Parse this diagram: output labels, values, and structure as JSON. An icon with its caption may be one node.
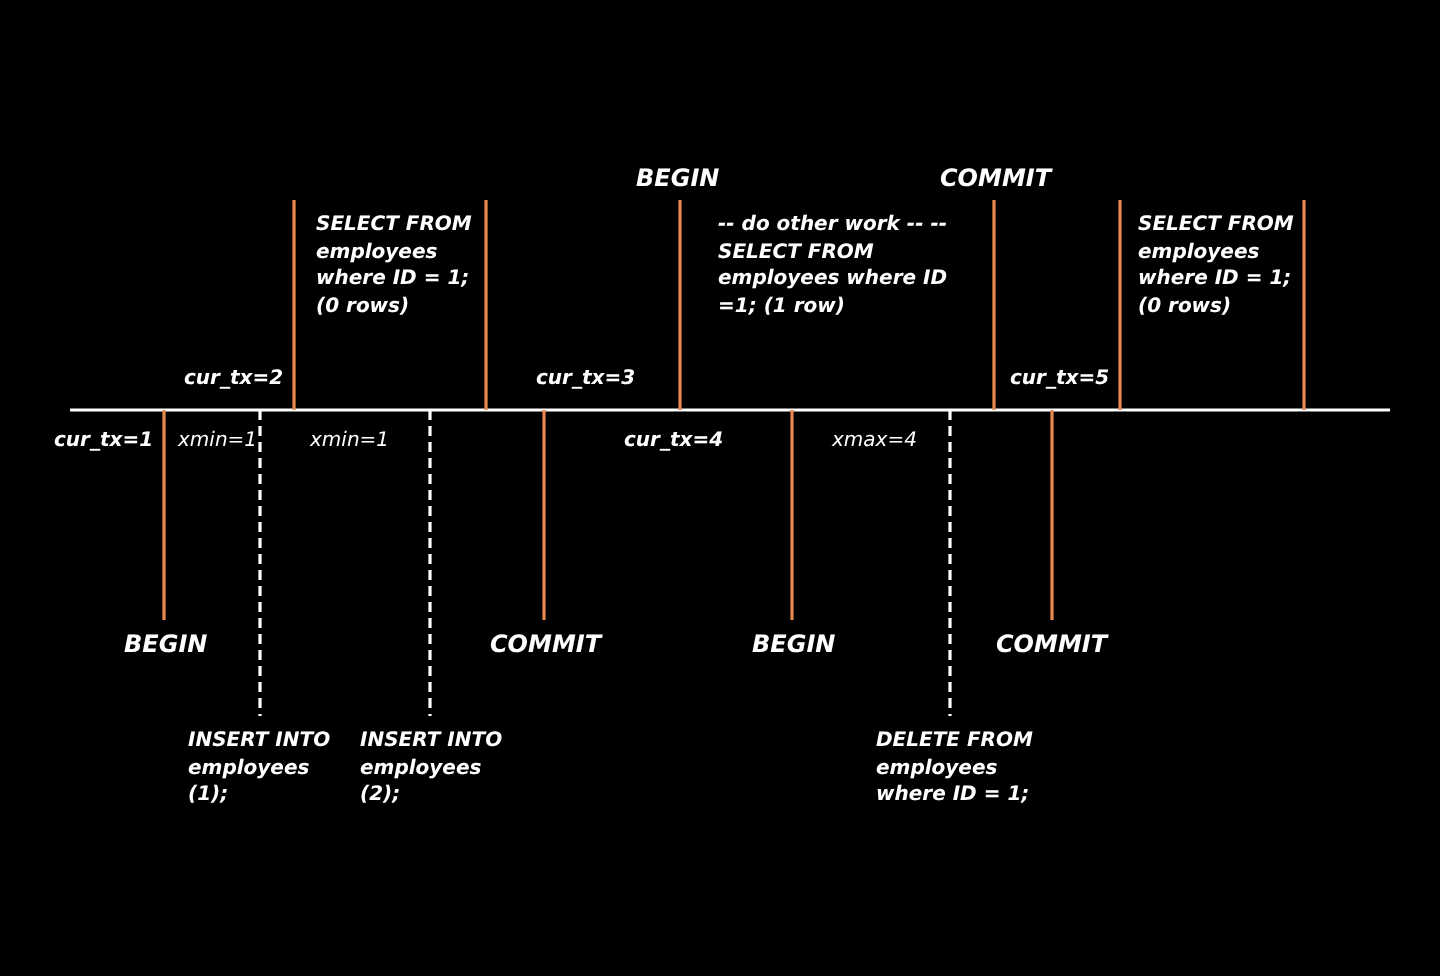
{
  "diagram": {
    "labels": [
      "BEGIN",
      "COMMIT",
      "SELECT FROM employees where ID = 1; (0 rows)",
      "-- do other work -- -- SELECT FROM employees where ID =1; (1 row)",
      "SELECT FROM employees where ID = 1; (0 rows)",
      "cur_tx=2",
      "cur_tx=3",
      "cur_tx=5",
      "cur_tx=1",
      "xmin=1",
      "xmin=1",
      "cur_tx=4",
      "xmax=4",
      "BEGIN",
      "COMMIT",
      "BEGIN",
      "COMMIT",
      "INSERT INTO employees (1);",
      "INSERT INTO employees (2);",
      "DELETE FROM employees where ID = 1;"
    ]
  }
}
